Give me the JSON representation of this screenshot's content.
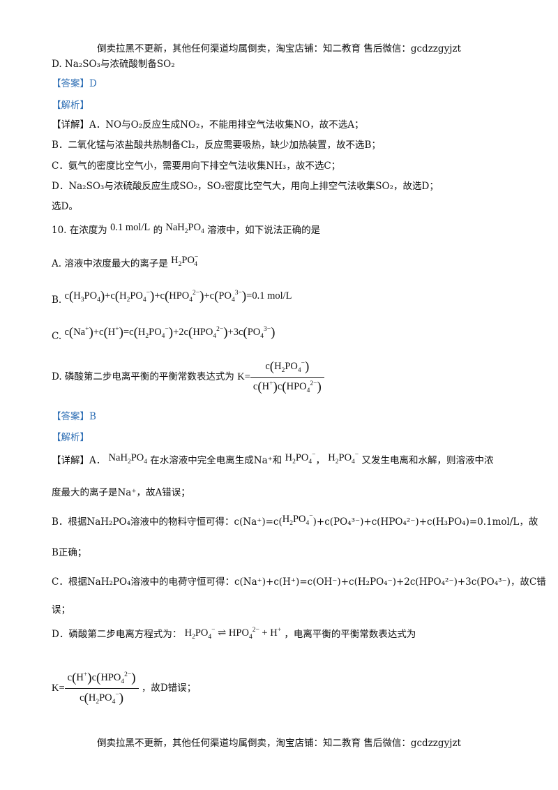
{
  "header_watermark": "倒卖拉黑不更新，其他任何渠道均属倒卖，淘宝店铺：知二教育 售后微信：gcdzzgyjzt",
  "footer_watermark": "倒卖拉黑不更新，其他任何渠道均属倒卖，淘宝店铺：知二教育 售后微信：gcdzzgyjzt",
  "q9": {
    "option_d": "D. Na₂SO₃与浓硫酸制备SO₂",
    "answer": "【答案】D",
    "analysis_tag": "【解析】",
    "detail_a": "【详解】A．NO与O₂反应生成NO₂，不能用排空气法收集NO，故不选A；",
    "detail_b": "B．二氧化锰与浓盐酸共热制备Cl₂，反应需要吸热，缺少加热装置，故不选B；",
    "detail_c": "C．氨气的密度比空气小，需要用向下排空气法收集NH₃，故不选C；",
    "detail_d": "D．Na₂SO₃与浓硫酸反应生成SO₂，SO₂密度比空气大，用向上排空气法收集SO₂，故选D；",
    "conclusion": "选D。"
  },
  "q10": {
    "stem_prefix": "10. 在浓度为",
    "stem_conc": "0.1 mol/L",
    "stem_mid": "的",
    "stem_suffix": "溶液中，如下说法正确的是",
    "option_a_text": "A. 溶液中浓度最大的离子是",
    "option_b_label": "B.",
    "option_b_rhs": "=0.1 mol/L",
    "option_c_label": "C.",
    "option_d_text": "D. 磷酸第二步电离平衡的平衡常数表达式为",
    "answer": "【答案】B",
    "analysis_tag": "【解析】",
    "detail_a_prefix": "【详解】A．",
    "detail_a_mid": "在水溶液中完全电离生成Na⁺和",
    "detail_a_sep": "，",
    "detail_a_suffix": "又发生电离和水解，则溶液中浓",
    "detail_a_line2": "度最大的离子是Na⁺，故A错误；",
    "detail_b_prefix": "B．根据NaH₂PO₄溶液中的物料守恒可得：c(Na⁺)=c(",
    "detail_b_suffix": ")+c(PO₄³⁻)+c(HPO₄²⁻)+c(H₃PO₄)=0.1mol/L，故",
    "detail_b_line2": "B正确；",
    "detail_c": "C．根据NaH₂PO₄溶液中的电荷守恒可得：c(Na⁺)+c(H⁺)=c(OH⁻)+c(H₂PO₄⁻)+2c(HPO₄²⁻)+3c(PO₄³⁻)，故C错",
    "detail_c_line2": "误；",
    "detail_d_prefix": "D．磷酸第二步电离方程式为：",
    "detail_d_suffix": "，电离平衡的平衡常数表达式为",
    "detail_d_end": "，故D错误；"
  }
}
